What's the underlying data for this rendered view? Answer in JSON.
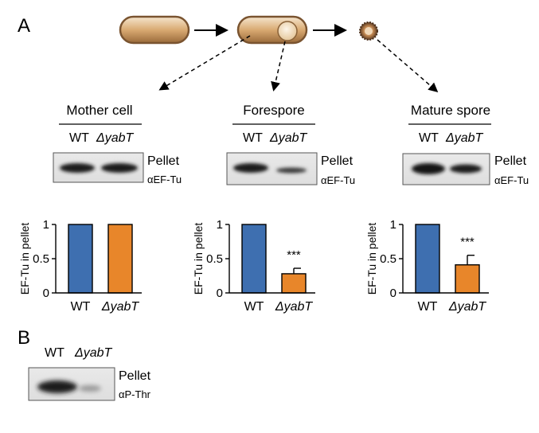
{
  "panel_a": {
    "label": "A",
    "columns": [
      {
        "title": "Mother cell",
        "wt": "WT",
        "mut": "ΔyabT",
        "blot_label": "Pellet",
        "antibody": "αEF-Tu"
      },
      {
        "title": "Forespore",
        "wt": "WT",
        "mut": "ΔyabT",
        "blot_label": "Pellet",
        "antibody": "αEF-Tu"
      },
      {
        "title": "Mature spore",
        "wt": "WT",
        "mut": "ΔyabT",
        "blot_label": "Pellet",
        "antibody": "αEF-Tu"
      }
    ]
  },
  "panel_b": {
    "label": "B",
    "wt": "WT",
    "mut": "ΔyabT",
    "blot_label": "Pellet",
    "antibody": "αP-Thr"
  },
  "colors": {
    "wt": "#3e6fb0",
    "mut": "#e8862a"
  },
  "chart_data": [
    {
      "type": "bar",
      "categories": [
        "WT",
        "ΔyabT"
      ],
      "values": [
        1,
        1
      ],
      "errors": [
        0,
        0
      ],
      "ylabel": "EF-Tu in pellet",
      "ylim": [
        0,
        1
      ],
      "yticks": [
        "0",
        "0.5",
        "1"
      ],
      "annotation": ""
    },
    {
      "type": "bar",
      "categories": [
        "WT",
        "ΔyabT"
      ],
      "values": [
        1,
        0.28
      ],
      "errors": [
        0,
        0.08
      ],
      "ylabel": "EF-Tu in pellet",
      "ylim": [
        0,
        1
      ],
      "yticks": [
        "0",
        "0.5",
        "1"
      ],
      "annotation": "***"
    },
    {
      "type": "bar",
      "categories": [
        "WT",
        "ΔyabT"
      ],
      "values": [
        1,
        0.41
      ],
      "errors": [
        0,
        0.14
      ],
      "ylabel": "EF-Tu in pellet",
      "ylim": [
        0,
        1
      ],
      "yticks": [
        "0",
        "0.5",
        "1"
      ],
      "annotation": "***"
    }
  ]
}
